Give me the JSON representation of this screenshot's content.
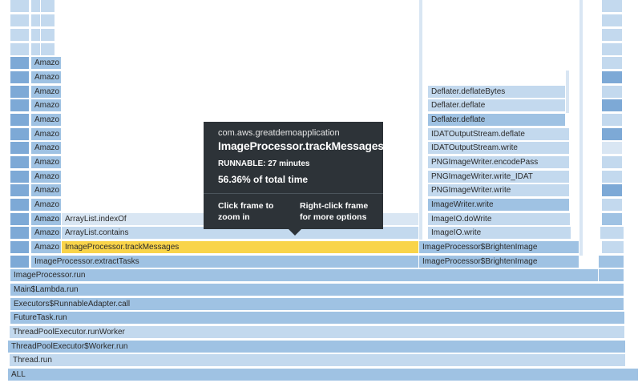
{
  "stack_labels": {
    "all": "ALL",
    "thread_run": "Thread.run",
    "worker_run": "ThreadPoolExecutor$Worker.run",
    "run_worker": "ThreadPoolExecutor.runWorker",
    "future_task": "FutureTask.run",
    "runnable_adapter": "Executors$RunnableAdapter.call",
    "lambda_run": "Main$Lambda.run",
    "processor_run": "ImageProcessor.run",
    "extract_tasks": "ImageProcessor.extractTasks",
    "track_messages": "ImageProcessor.trackMessages",
    "brighten_image": "ImageProcessor$BrightenImage",
    "array_contains": "ArrayList.contains",
    "array_index_of": "ArrayList.indexOf",
    "amazo": "Amazo",
    "imageio_write_lower": "ImageIO.write",
    "imageio_dowrite": "ImageIO.doWrite",
    "imagewriter_write": "ImageWriter.write",
    "png_write": "PNGImageWriter.write",
    "png_write_idat": "PNGImageWriter.write_IDAT",
    "png_encode_pass": "PNGImageWriter.encodePass",
    "idat_write": "IDATOutputStream.write",
    "idat_deflate": "IDATOutputStream.deflate",
    "deflater_deflate_a": "Deflater.deflate",
    "deflater_deflate_b": "Deflater.deflate",
    "deflater_deflate_bytes": "Deflater.deflateBytes"
  },
  "tooltip": {
    "package": "com.aws.greatdemoapplication",
    "method": "ImageProcessor.trackMessages",
    "state": "RUNNABLE: 27 minutes",
    "percent": "56.36% of total time",
    "hint_left": "Click frame to zoom in",
    "hint_right": "Right-click frame for more options"
  },
  "colors": {
    "frame_dark": "#7da9d6",
    "frame_mid": "#9fc2e3",
    "frame_light": "#c3d9ee",
    "selected": "#f9d44a",
    "tooltip_bg": "#2d3338"
  }
}
